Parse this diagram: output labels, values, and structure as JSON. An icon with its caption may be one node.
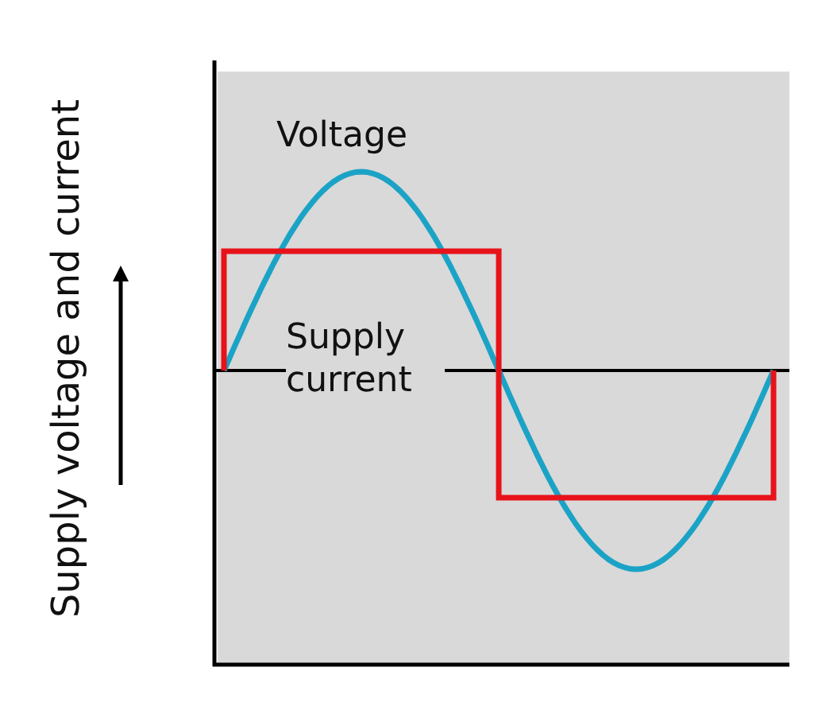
{
  "diagram": {
    "labels": [
      "Supply voltage and current",
      "Voltage",
      "Supply current"
    ]
  }
}
